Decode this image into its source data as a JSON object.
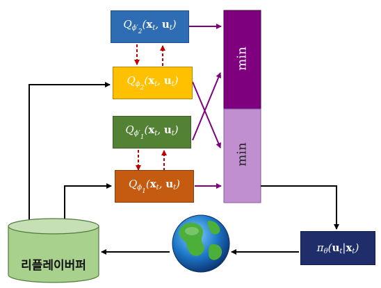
{
  "nodes": {
    "q2_target": {
      "main": "Q",
      "phi": "ϕ′",
      "idx": "2",
      "args_open": "(",
      "x": "x",
      "t1": "t",
      "sep": ", ",
      "u": "u",
      "t2": "t",
      "args_close": ")"
    },
    "q2": {
      "main": "Q",
      "phi": "ϕ",
      "idx": "2",
      "args_open": "(",
      "x": "x",
      "t1": "t",
      "sep": ", ",
      "u": "u",
      "t2": "t",
      "args_close": ")"
    },
    "q1_target": {
      "main": "Q",
      "phi": "ϕ′",
      "idx": "1",
      "args_open": "(",
      "x": "x",
      "t1": "t",
      "sep": ", ",
      "u": "u",
      "t2": "t",
      "args_close": ")"
    },
    "q1": {
      "main": "Q",
      "phi": "ϕ",
      "idx": "1",
      "args_open": "(",
      "x": "x",
      "t1": "t",
      "sep": ", ",
      "u": "u",
      "t2": "t",
      "args_close": ")"
    },
    "policy": {
      "main": "π",
      "sub": "θ",
      "args_open": "(",
      "u": "u",
      "t1": "t",
      "bar": "|",
      "x": "x",
      "t2": "t",
      "args_close": ")"
    },
    "min_top": "min",
    "min_bottom": "min",
    "buffer": "리플레이버퍼"
  },
  "colors": {
    "q2_target": "#2e6db4",
    "q2": "#ffc000",
    "q1_target": "#548235",
    "q1": "#c55a11",
    "policy": "#1f2d6b",
    "min_top": "#7f007f",
    "min_bottom": "#c08fd0",
    "buffer": "#a9d18e",
    "arrow_main": "#7f007f",
    "arrow_dashed": "#c00000",
    "arrow_black": "#000000"
  }
}
